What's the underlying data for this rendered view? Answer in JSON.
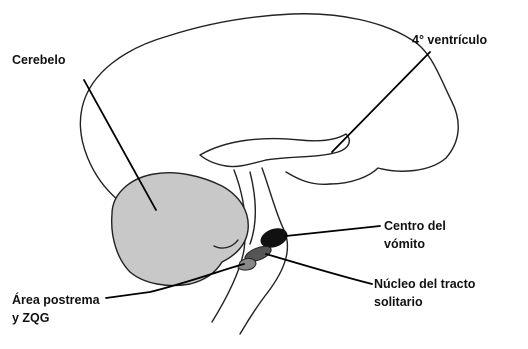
{
  "labels": {
    "cerebelo": "Cerebelo",
    "cuarto_ventriculo": "4° ventrículo",
    "centro_vomito_line1": "Centro del",
    "centro_vomito_line2": "vómito",
    "area_postrema_line1": "Área postrema",
    "area_postrema_line2": "y ZQG",
    "nucleo_line1": "Núcleo del tracto",
    "nucleo_line2": "solitario"
  },
  "colors": {
    "cerebellum_fill": "#c8c8c8",
    "vomiting_center_fill": "#111111",
    "nucleus_fill": "#555555",
    "outline": "#222222"
  }
}
